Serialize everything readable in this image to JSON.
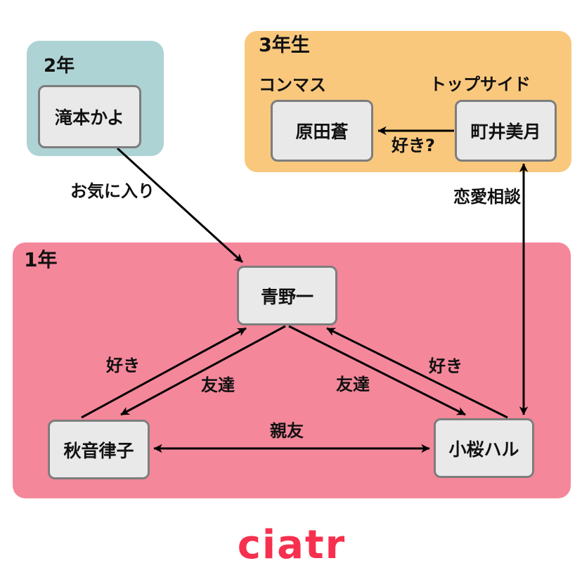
{
  "groups": {
    "second_year": {
      "label": "2年",
      "color": "#aed3d4"
    },
    "third_year": {
      "label": "3年生",
      "color": "#f9c87d"
    },
    "first_year": {
      "label": "1年",
      "color": "#f5879b"
    }
  },
  "roles": {
    "concertmaster": "コンマス",
    "top_side": "トップサイド"
  },
  "characters": {
    "takimoto": {
      "name": "滝本かよ"
    },
    "harada": {
      "name": "原田蒼"
    },
    "machii": {
      "name": "町井美月"
    },
    "aono": {
      "name": "青野一"
    },
    "akine": {
      "name": "秋音律子"
    },
    "kozakura": {
      "name": "小桜ハル"
    }
  },
  "edges": [
    {
      "from": "takimoto",
      "to": "aono",
      "label": "お気に入り",
      "direction": "one-way"
    },
    {
      "from": "machii",
      "to": "harada",
      "label": "好き?",
      "direction": "one-way"
    },
    {
      "from": "machii",
      "to": "kozakura",
      "label": "恋愛相談",
      "direction": "two-way"
    },
    {
      "from": "akine",
      "to": "aono",
      "label": "好き",
      "direction": "one-way"
    },
    {
      "from": "aono",
      "to": "akine",
      "label": "友達",
      "direction": "one-way"
    },
    {
      "from": "aono",
      "to": "kozakura",
      "label": "友達",
      "direction": "one-way"
    },
    {
      "from": "kozakura",
      "to": "aono",
      "label": "好き",
      "direction": "one-way"
    },
    {
      "from": "akine",
      "to": "kozakura",
      "label": "親友",
      "direction": "two-way"
    }
  ],
  "node_style": {
    "fill": "#e9e9e9",
    "border": "#7d7d7d",
    "arrow_color": "#000000"
  },
  "footer": {
    "logo_text": "ciatr",
    "logo_color": "#f6304e"
  }
}
